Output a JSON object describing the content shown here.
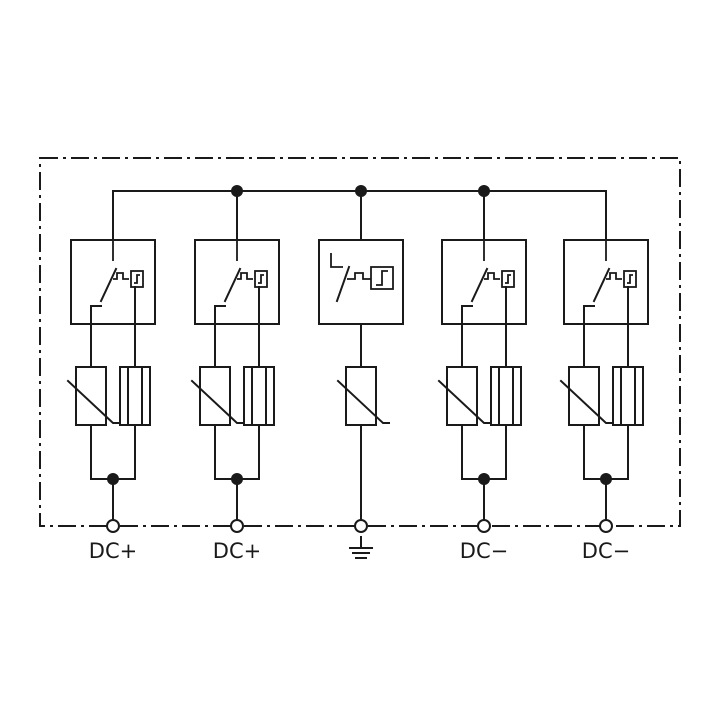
{
  "terminals": [
    {
      "label": "DC+",
      "kind": "dc"
    },
    {
      "label": "DC+",
      "kind": "dc"
    },
    {
      "label": "",
      "kind": "ground",
      "icon": "ground-icon"
    },
    {
      "label": "DC−",
      "kind": "dc"
    },
    {
      "label": "DC−",
      "kind": "dc"
    }
  ],
  "colors": {
    "stroke": "#1a1a1a",
    "background": "#ffffff"
  }
}
